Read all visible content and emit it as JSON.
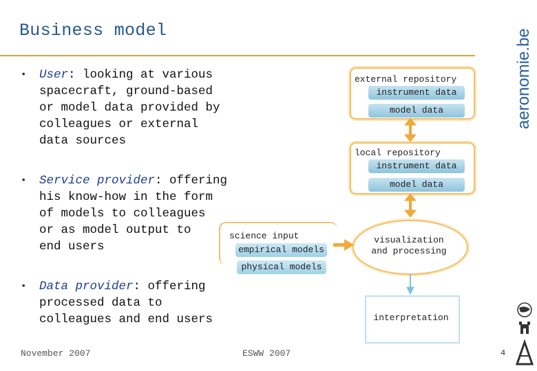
{
  "slide": {
    "title": "Business model",
    "brand": "aeronomie.be",
    "bullets": [
      {
        "lead": "User",
        "rest": ": looking at various\nspacecraft, ground-based\nor model data provided by\ncolleagues or external\ndata sources"
      },
      {
        "lead": "Service provider",
        "rest": ": offering\nhis know-how in the form\nof models to colleagues\nor as model output to\nend users"
      },
      {
        "lead": "Data provider",
        "rest": ": offering\nprocessed data to\ncolleagues and end users"
      }
    ],
    "bullet_char": "•",
    "science": {
      "header": "science input",
      "empirical": "empirical models",
      "physical": "physical models"
    },
    "diagram": {
      "external": {
        "title": "external repository",
        "item1": "instrument data",
        "item2": "model data"
      },
      "local": {
        "title": "local repository",
        "item1": "instrument data",
        "item2": "model data"
      },
      "visualization": "visualization\nand processing",
      "interpretation": "interpretation"
    },
    "footer": {
      "left": "November 2007",
      "center": "ESWW 2007",
      "page": "4"
    },
    "colors": {
      "title": "#27598c",
      "accent_line": "#e3a042",
      "lead": "#1f3f91",
      "pill": "#9dd0e6",
      "arrow_orange": "#f0a93a",
      "arrow_blue": "#7ec1de"
    }
  }
}
